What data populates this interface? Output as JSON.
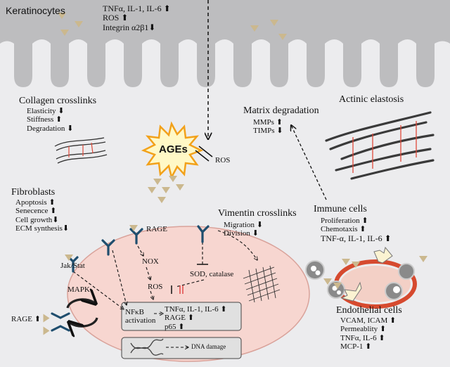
{
  "keratinocytes": {
    "title": "Keratinocytes",
    "effects": [
      "TNFα,  IL-1, IL-6 ⬆",
      "ROS ⬆",
      "Integrin α2β1⬇"
    ]
  },
  "collagen": {
    "title": "Collagen crosslinks",
    "effects": [
      "Elasticity ⬇",
      "Stiffness ⬆",
      "Degradation ⬇"
    ]
  },
  "ages": {
    "label": "AGEs",
    "ros": "ROS"
  },
  "matrix": {
    "title": "Matrix degradation",
    "effects": [
      "MMPs ⬆",
      "TIMPs ⬇"
    ]
  },
  "elastosis": {
    "title": "Actinic elastosis"
  },
  "fibroblasts": {
    "title": "Fibroblasts",
    "effects": [
      "Apoptosis ⬆",
      "Senecence ⬆",
      "Cell growth⬇",
      "ECM synthesis⬇"
    ]
  },
  "vimentin": {
    "title": "Vimentin crosslinks",
    "effects": [
      "Migration ⬇",
      "Division ⬇"
    ]
  },
  "immune": {
    "title": "Immune cells",
    "effects": [
      "Proliferation ⬆",
      "Chemotaxis ⬆",
      "TNF-α, IL-1, IL-6 ⬆"
    ]
  },
  "cell": {
    "rage": "RAGE",
    "jak_stat": "Jak/Stat",
    "nox": "NOX",
    "mapk": "MAPK",
    "ros": "ROS",
    "sod": "SOD, catalase",
    "rage_up": "RAGE ⬆"
  },
  "nucleus": {
    "nfkb": [
      "NFκB",
      "activation"
    ],
    "outputs": [
      "TNFα,  IL-1, IL-6 ⬆",
      "RAGE ⬆",
      "p65 ⬆"
    ],
    "dna_damage": "DNA damage"
  },
  "endothelial": {
    "title": "Endothelial cells",
    "effects": [
      "VCAM, ICAM ⬆",
      "Permeablity ⬆",
      "TNFα,  IL-6 ⬆",
      "MCP-1 ⬆"
    ]
  }
}
